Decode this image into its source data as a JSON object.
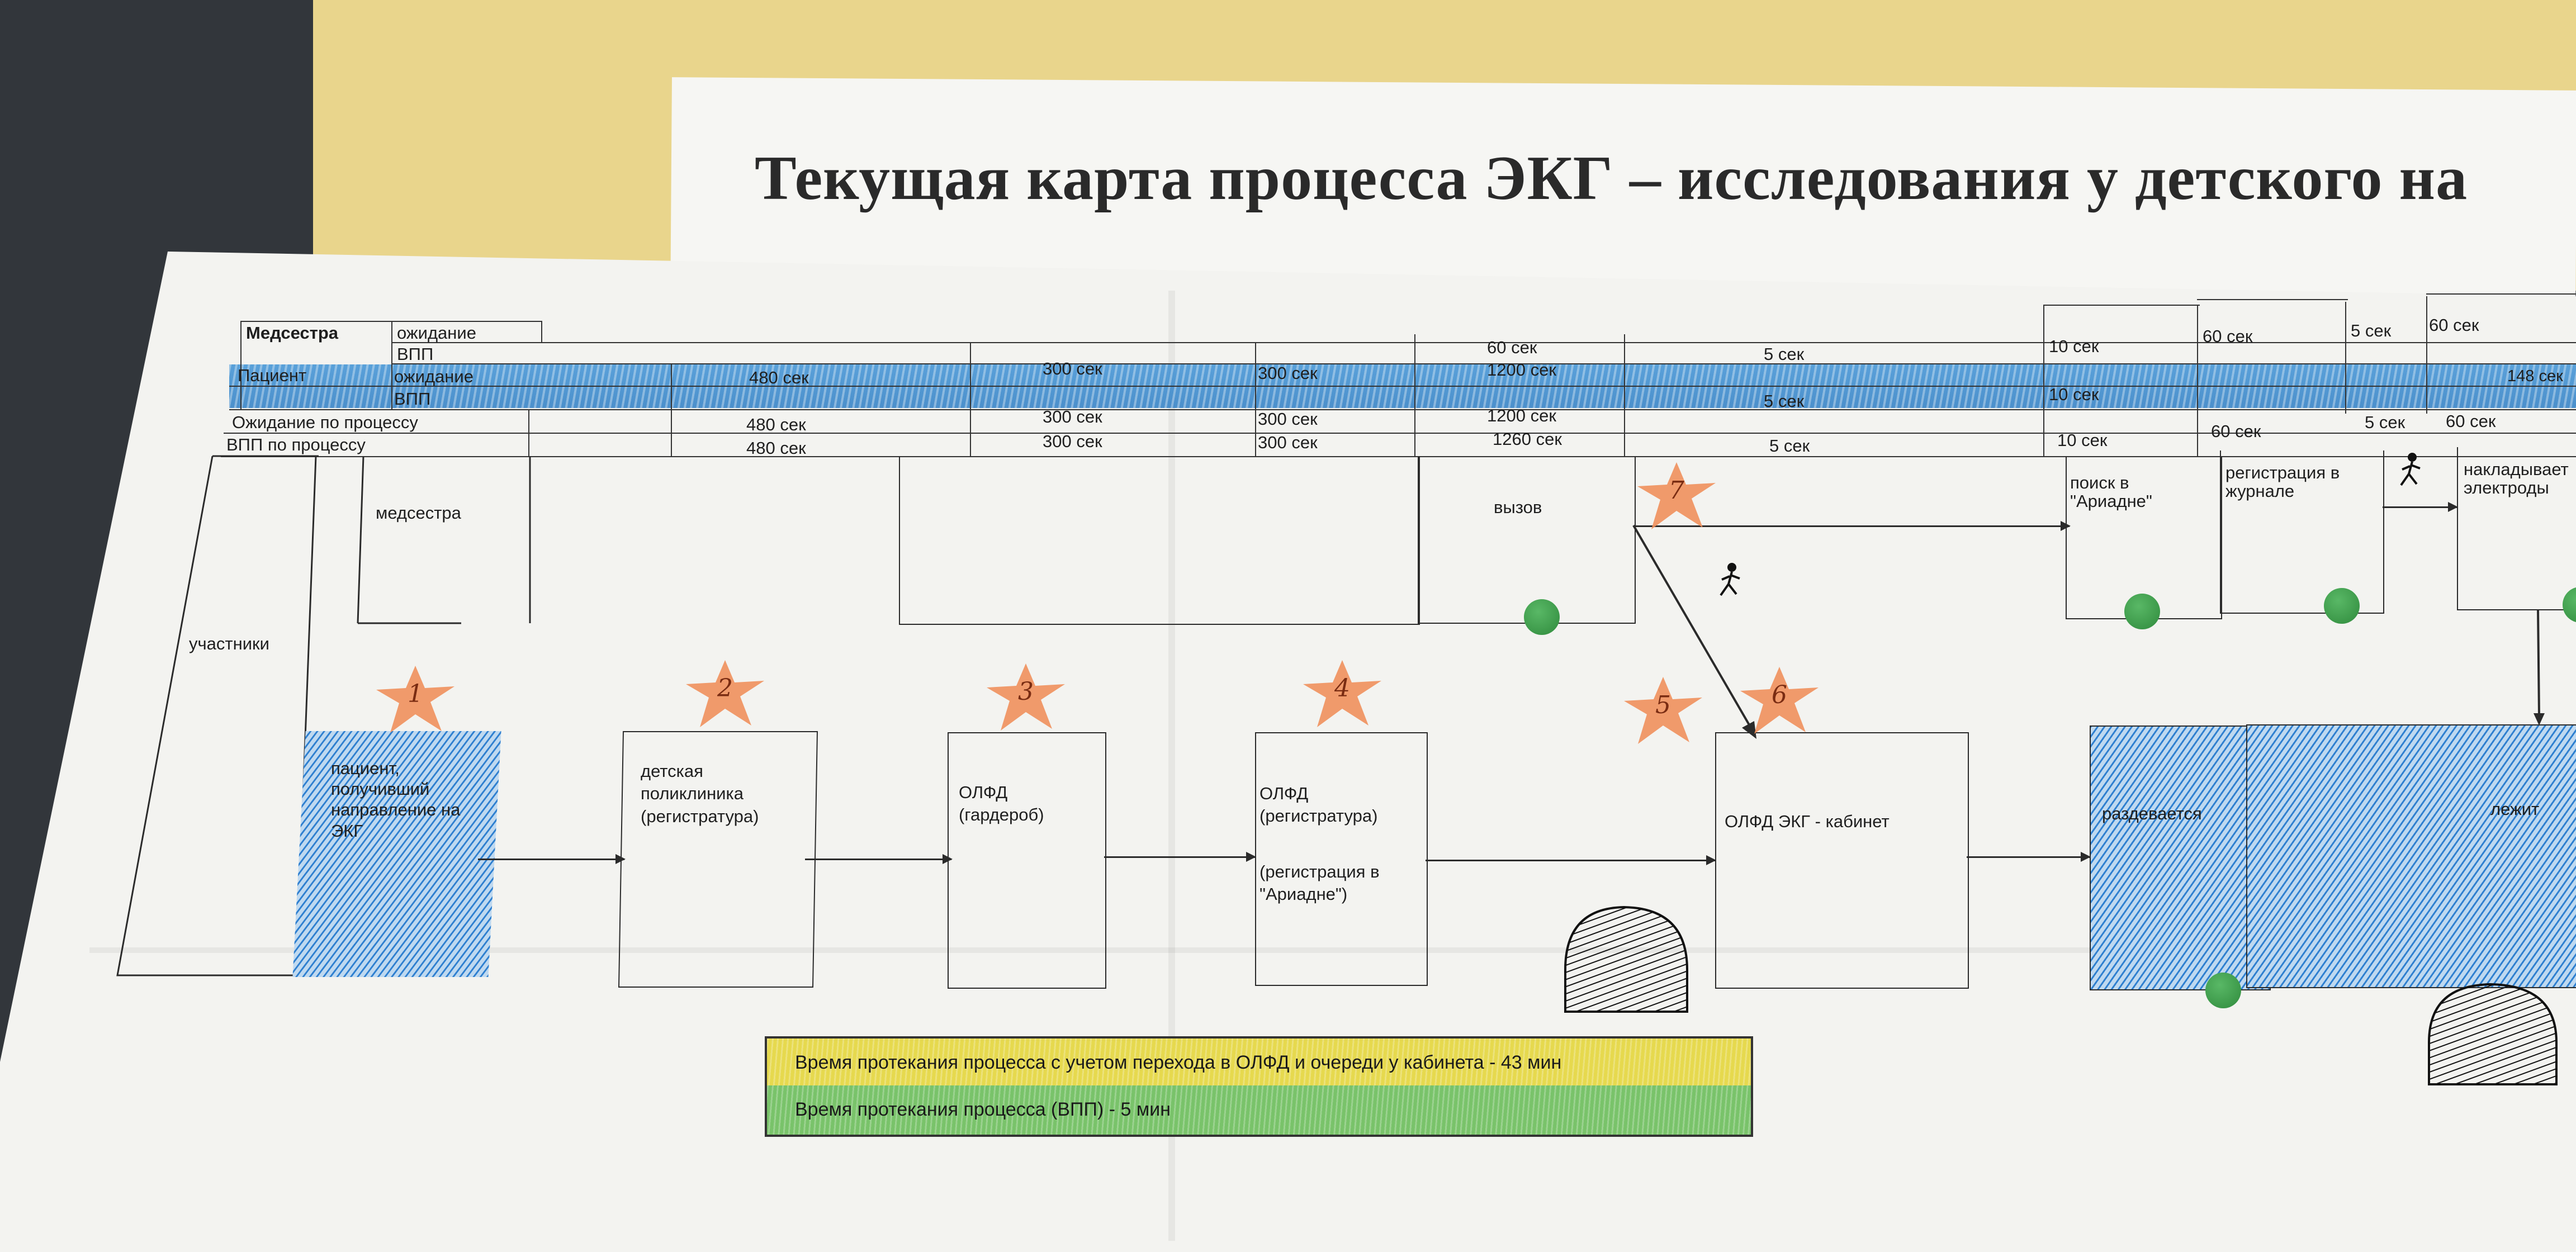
{
  "title": "Текущая карта процесса ЭКГ – исследования   у детского на",
  "rows": {
    "nurse": "Медсестра",
    "patient": "Пациент",
    "waiting": "ожидание",
    "vpp": "ВПП",
    "process_waiting": "Ожидание по процессу",
    "process_vpp": "ВПП по процессу"
  },
  "timeline": {
    "c1_patient_wait": "480 сек",
    "c1_process_wait": "480 сек",
    "c1_process_vpp": "480 сек",
    "c2_patient_wait": "300 сек",
    "c2_process_wait": "300 сек",
    "c2_process_vpp": "300 сек",
    "c3_patient_wait": "300 сек",
    "c3_process_wait": "300 сек",
    "c3_process_vpp": "300 сек",
    "c4_nurse_wait": "60 сек",
    "c4_patient_wait": "1200 сек",
    "c4_process_wait": "1200 сек",
    "c4_process_vpp": "1260 сек",
    "c5_nurse_wait": "5 сек",
    "c5_patient_vpp": "5 сек",
    "c5_process_vpp": "5 сек",
    "c6_nurse_wait": "10 сек",
    "c6_patient_vpp": "10 сек",
    "c6_process_vpp": "10 сек",
    "c7_nurse_wait": "60 сек",
    "c7_process_vpp": "60 сек",
    "c8_nurse_wait": "5 сек",
    "c8_process_vpp": "5 сек",
    "c9_nurse_wait": "60 сек",
    "c9_process_vpp": "60 сек",
    "c9_patient_vpp": "148 сек"
  },
  "lanes": {
    "participants": "участники",
    "nurse": "медсестра"
  },
  "nurse_steps": {
    "call": "вызов",
    "search": "поиск в \"Ариадне\"",
    "register": "регистрация в журнале",
    "electrodes": "накладывает электроды"
  },
  "patient_steps": {
    "s1": "пациент, получивший направление на ЭКГ",
    "s2": "детская поликлиника (регистратура)",
    "s3": "ОЛФД (гардероб)",
    "s4a": "ОЛФД (регистратура)",
    "s4b": "(регистрация в \"Ариадне\")",
    "s6": "ОЛФД ЭКГ - кабинет",
    "s7": "раздевается",
    "s8": "лежит"
  },
  "stars": [
    "1",
    "2",
    "3",
    "4",
    "5",
    "6",
    "7"
  ],
  "legend": {
    "total_time": "Время протекания процесса с учетом перехода в ОЛФД и очереди у кабинета - 43 мин",
    "vpp_time": "Время протекания процесса (ВПП) - 5 мин"
  },
  "colors": {
    "blue_band": "#2f80d0",
    "star": "#f0905c",
    "green_dot": "#3b9a48",
    "legend_yellow": "#e6d94e",
    "legend_green": "#79c36a"
  }
}
